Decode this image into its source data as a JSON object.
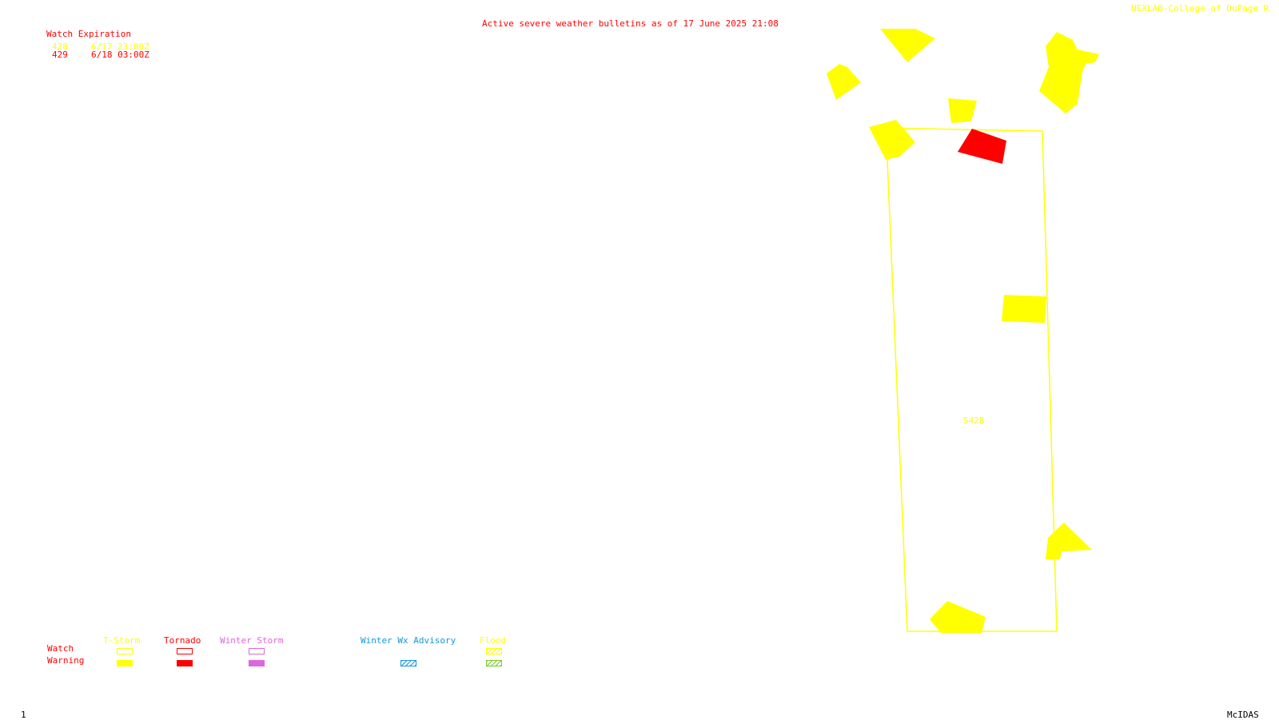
{
  "header": {
    "title": "Active severe weather bulletins as of 17 June 2025 21:08",
    "credit": "NEXLAB-College of DuPage R"
  },
  "watch_expiration": {
    "heading": "Watch Expiration",
    "rows": [
      {
        "id": "428",
        "time": "6/17 23:00Z",
        "color": "#ffff00"
      },
      {
        "id": "429",
        "time": "6/18 03:00Z",
        "color": "#ff0000"
      }
    ]
  },
  "map": {
    "watch_label": "S428",
    "colors": {
      "tstorm": "#ffff00",
      "tornado": "#ff0000"
    }
  },
  "legend": {
    "row_watch": "Watch",
    "row_warning": "Warning",
    "categories": [
      {
        "label": "T-Storm",
        "color": "#ffff00"
      },
      {
        "label": "Tornado",
        "color": "#ff0000"
      },
      {
        "label": "Winter Storm",
        "color": "#dd66dd"
      },
      {
        "label": "Winter Wx Advisory",
        "color": "#1199dd"
      },
      {
        "label": "Flood",
        "color": "#ffff00"
      }
    ]
  },
  "footer": {
    "frame_number": "1",
    "software": "McIDAS"
  }
}
